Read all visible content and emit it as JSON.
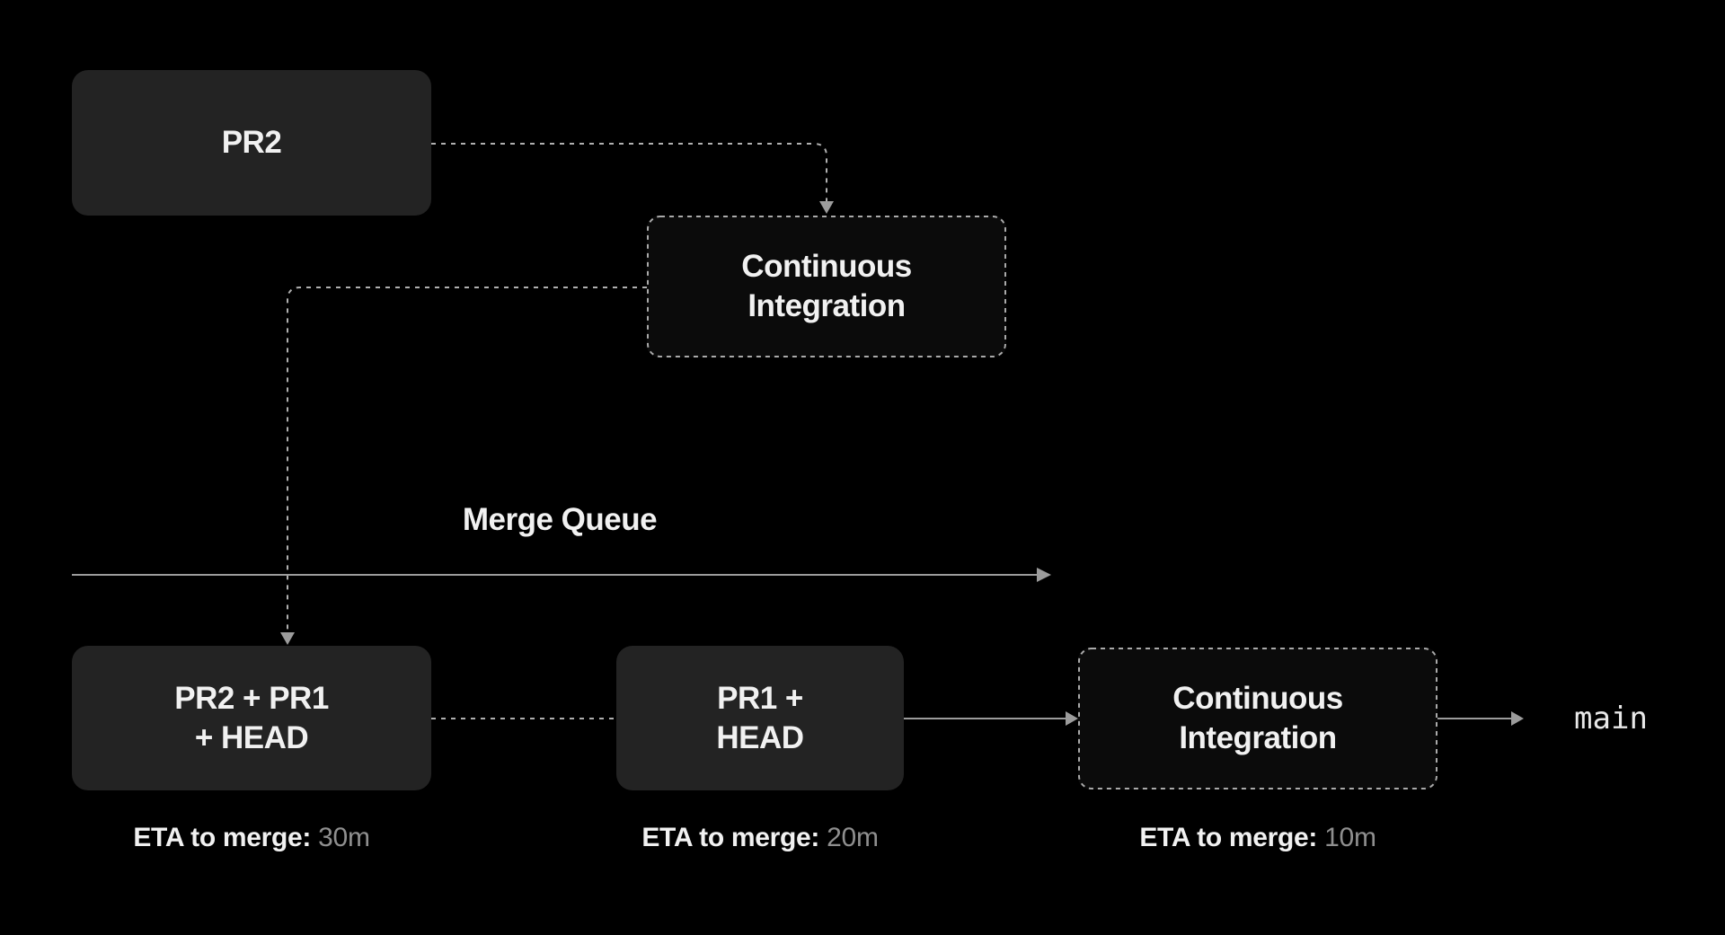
{
  "colors": {
    "background": "#000000",
    "node_fill": "#232323",
    "ci_node_fill": "#0b0b0b",
    "dashed_border": "#aaaaaa",
    "text_primary": "#f1f1f1",
    "text_muted": "#8f8f8f",
    "arrow_solid": "#9c9c9c",
    "arrow_dashed": "#b0b0b0"
  },
  "nodes": {
    "pr2": {
      "label": "PR2"
    },
    "ci_top": {
      "label": "Continuous\nIntegration"
    },
    "merged": {
      "label": "PR2 + PR1\n+ HEAD"
    },
    "pr1_head": {
      "label": "PR1 +\nHEAD"
    },
    "ci_bottom": {
      "label": "Continuous\nIntegration"
    }
  },
  "queue": {
    "label": "Merge Queue"
  },
  "branch": {
    "label": "main"
  },
  "etas": [
    {
      "label": "ETA to merge:",
      "value": "30m"
    },
    {
      "label": "ETA to merge:",
      "value": "20m"
    },
    {
      "label": "ETA to merge:",
      "value": "10m"
    }
  ]
}
